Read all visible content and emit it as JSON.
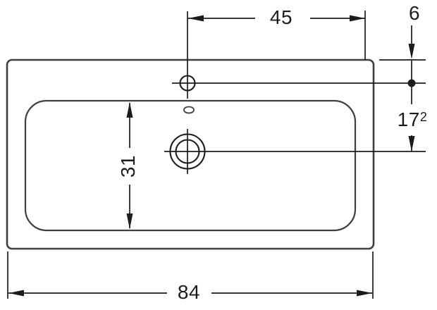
{
  "drawing": {
    "colors": {
      "background": "#ffffff",
      "outline": "#3f3f3f",
      "dimension": "#1c1c1c"
    },
    "dimensions": {
      "tap_to_right_edge": {
        "label": "45"
      },
      "rear_edge_to_tap": {
        "label": "6"
      },
      "tap_to_drain": {
        "label": "17",
        "superscript": "2"
      },
      "bowl_depth": {
        "label": "31"
      },
      "overall_width": {
        "label": "84"
      }
    }
  }
}
